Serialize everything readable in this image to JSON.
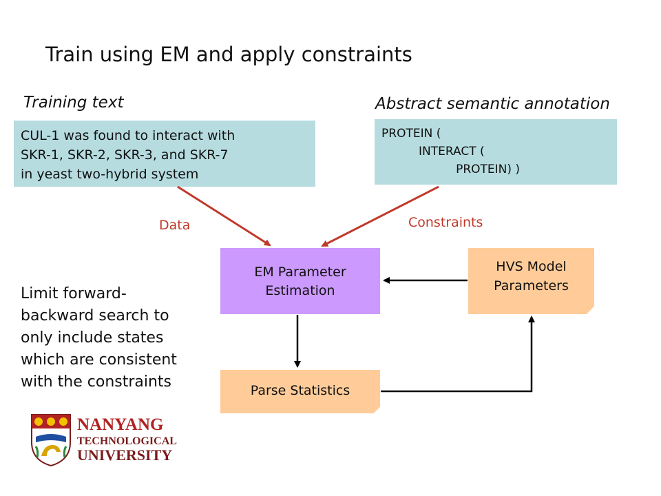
{
  "slide": {
    "title": "Train using EM and apply constraints",
    "training_label": "Training text",
    "training_text": [
      "CUL-1 was found to interact with",
      "SKR-1, SKR-2, SKR-3, and SKR-7",
      "in yeast two-hybrid system"
    ],
    "annotation_label": "Abstract semantic annotation",
    "annotation_text": [
      "PROTEIN (",
      "          INTERACT (",
      "                    PROTEIN) )"
    ],
    "data_label": "Data",
    "constraints_label": "Constraints",
    "em_box": [
      "EM Parameter",
      "Estimation"
    ],
    "hvs_box": [
      "HVS Model",
      "Parameters"
    ],
    "parse_box": "Parse Statistics",
    "limit_text": [
      "Limit forward-",
      "backward search to",
      "only include states",
      "which are consistent",
      "with the constraints"
    ],
    "logo": {
      "line1": "NANYANG",
      "line2": "TECHNOLOGICAL",
      "line3": "UNIVERSITY"
    }
  },
  "colors": {
    "teal_box": "#b6dce0",
    "em_box": "#cc99ff",
    "peach_box": "#ffcc99",
    "red_arrow": "#c0392b",
    "logo_red": "#b22222"
  }
}
